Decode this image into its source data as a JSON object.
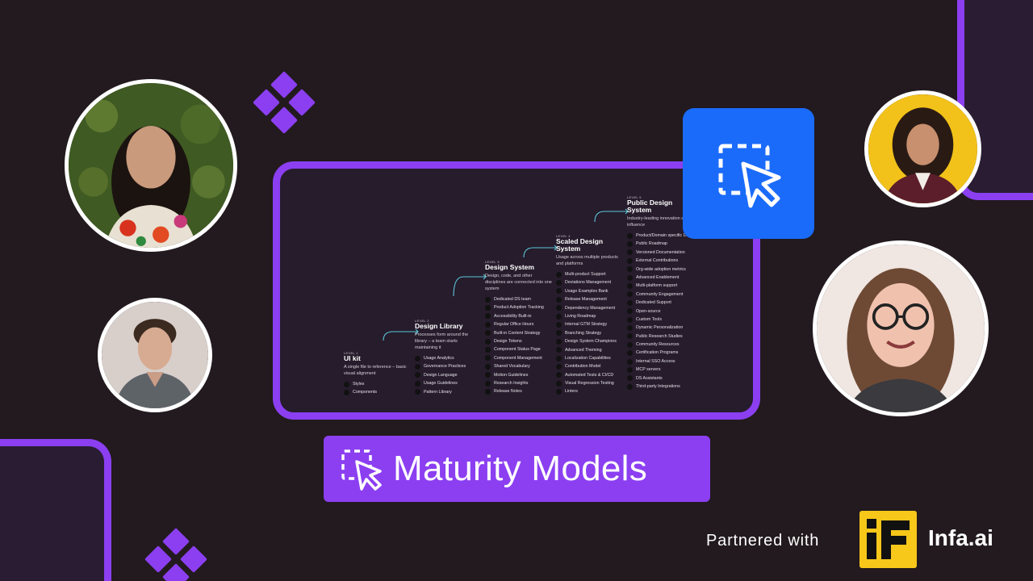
{
  "slide": {
    "levels": [
      {
        "level": "LEVEL 1",
        "title": "UI kit",
        "description": "A single file to reference – basic visual alignment",
        "items": [
          "Styles",
          "Components"
        ]
      },
      {
        "level": "LEVEL 2",
        "title": "Design Library",
        "description": "Processes form around the library – a team starts maintaining it",
        "items": [
          "Usage Analytics",
          "Governance Practices",
          "Design Language",
          "Usage Guidelines",
          "Pattern Library"
        ]
      },
      {
        "level": "LEVEL 3",
        "title": "Design System",
        "description": "Design, code, and other disciplines are connected into one system",
        "items": [
          "Dedicated DS team",
          "Product Adoption Tracking",
          "Accessibility Built-in",
          "Regular Office Hours",
          "Built-in Content Strategy",
          "Design Tokens",
          "Component Status Page",
          "Component Management",
          "Shared Vocabulary",
          "Motion Guidelines",
          "Research Insights",
          "Release Notes"
        ]
      },
      {
        "level": "LEVEL 4",
        "title": "Scaled Design System",
        "description": "Usage across multiple products and platforms",
        "items": [
          "Multi-product Support",
          "Deviations Management",
          "Usage Examples Bank",
          "Release Management",
          "Dependency Management",
          "Living Roadmap",
          "Internal GTM Strategy",
          "Branching Strategy",
          "Design System Champions",
          "Advanced Theming",
          "Localization Capabilities",
          "Contribution Model",
          "Automated Tests & CI/CD",
          "Visual Regression Testing",
          "Linters"
        ]
      },
      {
        "level": "LEVEL 5",
        "title": "Public Design System",
        "description": "Industry-leading innovation and influence",
        "items": [
          "Product/Domain specific Design Systems",
          "Public Roadmap",
          "Versioned Documentation",
          "External Contributions",
          "Org-wide adoption metrics",
          "Advanced Enablement",
          "Multi-platform support",
          "Community Engagement",
          "Dedicated Support",
          "Open-source",
          "Custom Tools",
          "Dynamic Personalization",
          "Public Research Studies",
          "Community Resources",
          "Certification Programs",
          "Internal SSO Access",
          "MCP servers",
          "DS Assistants",
          "Third-party Integrations"
        ]
      }
    ]
  },
  "title": {
    "text": "Maturity Models"
  },
  "partner": {
    "label": "Partnered with",
    "name": "Infa.ai"
  },
  "colors": {
    "background": "#221a1e",
    "accent": "#8b3ff1",
    "blue_tile": "#1a6bfa",
    "infa_yellow": "#f7c71a"
  },
  "icons": [
    "selection-cursor-icon",
    "diamond-cluster-icon",
    "infa-logo-icon"
  ]
}
